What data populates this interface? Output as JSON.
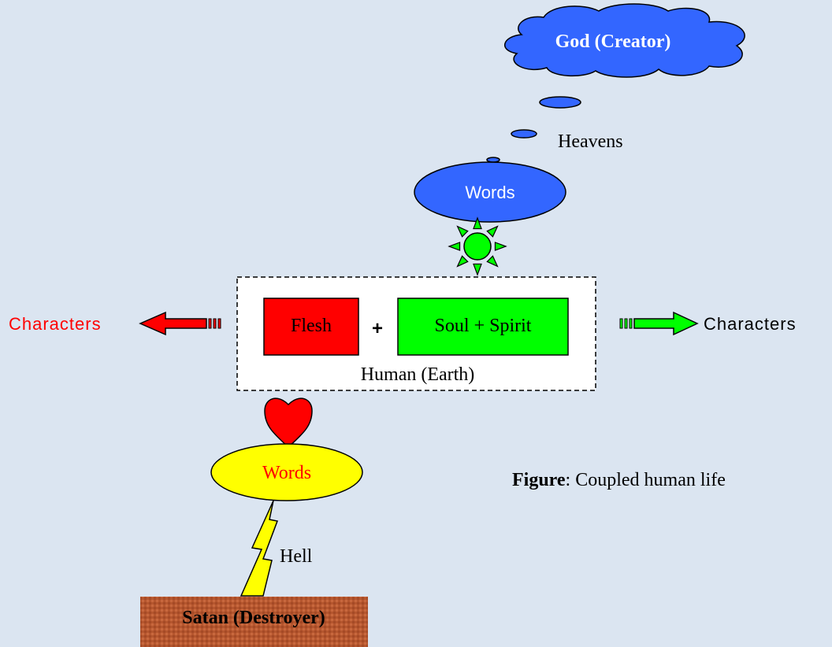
{
  "god_cloud": {
    "label": "God (Creator)",
    "color": "#3366ff"
  },
  "heavens_label": "Heavens",
  "upper_words": {
    "label": "Words",
    "color": "#3366ff"
  },
  "sun_color": "#00ff00",
  "human_box": {
    "label": "Human (Earth)",
    "flesh": {
      "label": "Flesh",
      "color": "#ff0000"
    },
    "plus": "+",
    "soul_spirit": {
      "label": "Soul + Spirit",
      "color": "#00ff00"
    }
  },
  "left_characters": {
    "label": "Characters",
    "color": "#ff0000"
  },
  "right_characters": {
    "label": "Characters",
    "color": "#00ff00"
  },
  "heart_color": "#ff0000",
  "lower_words": {
    "label": "Words",
    "fill": "#ffff00",
    "text_color": "#ff0000"
  },
  "hell_label": "Hell",
  "lightning_color": "#ffff00",
  "satan_box": {
    "label": "Satan (Destroyer)",
    "color": "#b5562e"
  },
  "figure_caption": {
    "bold": "Figure",
    "rest": ": Coupled human life"
  }
}
